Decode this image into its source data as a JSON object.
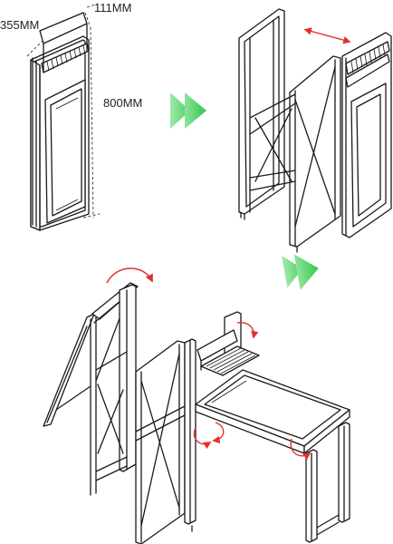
{
  "dimensions": {
    "width_label": "355MM",
    "depth_label": "111MM",
    "height_label": "800MM"
  },
  "colors": {
    "step_arrow": "#3ecf4f",
    "motion_arrow": "#e0312b",
    "line": "#1a1a1a"
  },
  "icons": {
    "step_arrow_1": "double-chevron-right-icon",
    "step_arrow_2": "double-chevron-right-icon",
    "motion_arrows": [
      "expand-arrow-icon",
      "rotate-arrow-icon",
      "rotate-arrow-icon",
      "rotate-arrow-icon",
      "rotate-arrow-icon"
    ]
  }
}
